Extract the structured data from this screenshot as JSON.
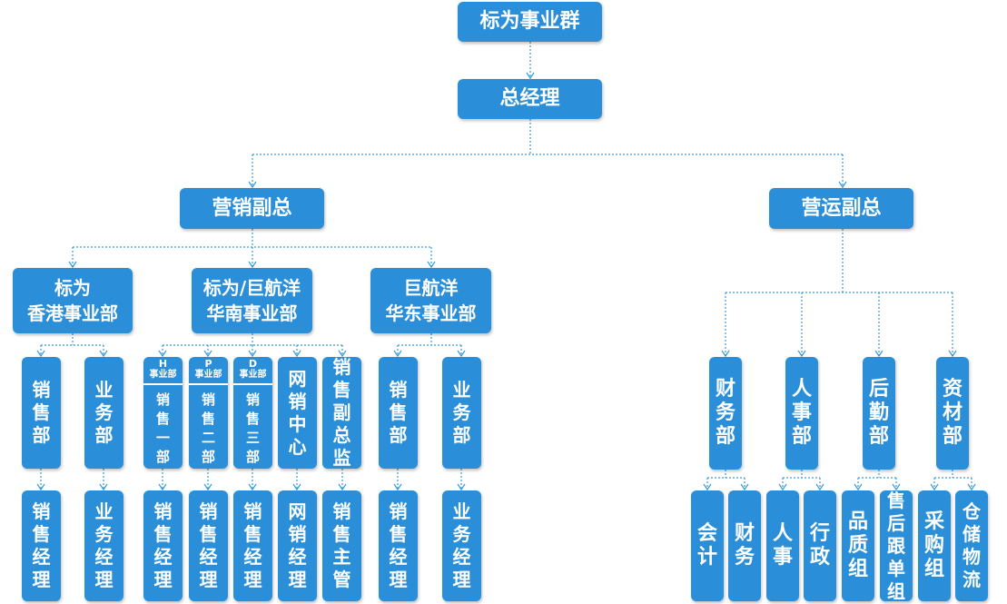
{
  "chart_data": {
    "type": "org_chart",
    "nodes": {
      "top": "标为事业群",
      "gm": "总经理",
      "vp_marketing": "营销副总",
      "vp_operations": "营运副总",
      "hk_division": "标为\n香港事业部",
      "sc_division": "标为/巨航洋\n华南事业部",
      "ec_division": "巨航洋\n华东事业部",
      "hk_sales": "销售部",
      "hk_business": "业务部",
      "h_code": "H",
      "p_code": "P",
      "d_code": "D",
      "division_tag": "事业部",
      "sales_1": "销售一部",
      "sales_2": "销售二部",
      "sales_3": "销售三部",
      "online_center": "网销中心",
      "sales_vice_director": "销售副总监",
      "ec_sales": "销售部",
      "ec_business": "业务部",
      "finance_dept": "财务部",
      "hr_dept": "人事部",
      "logistics_dept": "后勤部",
      "materials_dept": "资材部",
      "hk_sales_manager": "销售经理",
      "hk_business_manager": "业务经理",
      "s1_manager": "销售经理",
      "s2_manager": "销售经理",
      "s3_manager": "销售经理",
      "online_manager": "网销经理",
      "sales_supervisor": "销售主管",
      "ec_sales_manager": "销售经理",
      "ec_business_manager": "业务经理",
      "accounting": "会计",
      "finance": "财务",
      "personnel": "人事",
      "administration": "行政",
      "quality_group": "品质组",
      "after_sales_group": "售后跟单组",
      "purchasing_group": "采购组",
      "warehouse_logistics": "仓储物流"
    },
    "edges": [
      [
        "top",
        "gm"
      ],
      [
        "gm",
        "vp_marketing"
      ],
      [
        "gm",
        "vp_operations"
      ],
      [
        "vp_marketing",
        "hk_division"
      ],
      [
        "vp_marketing",
        "sc_division"
      ],
      [
        "vp_marketing",
        "ec_division"
      ],
      [
        "hk_division",
        "hk_sales"
      ],
      [
        "hk_division",
        "hk_business"
      ],
      [
        "sc_division",
        "sales_1"
      ],
      [
        "sc_division",
        "sales_2"
      ],
      [
        "sc_division",
        "sales_3"
      ],
      [
        "sc_division",
        "online_center"
      ],
      [
        "sc_division",
        "sales_vice_director"
      ],
      [
        "ec_division",
        "ec_sales"
      ],
      [
        "ec_division",
        "ec_business"
      ],
      [
        "hk_sales",
        "hk_sales_manager"
      ],
      [
        "hk_business",
        "hk_business_manager"
      ],
      [
        "sales_1",
        "s1_manager"
      ],
      [
        "sales_2",
        "s2_manager"
      ],
      [
        "sales_3",
        "s3_manager"
      ],
      [
        "online_center",
        "online_manager"
      ],
      [
        "sales_vice_director",
        "sales_supervisor"
      ],
      [
        "ec_sales",
        "ec_sales_manager"
      ],
      [
        "ec_business",
        "ec_business_manager"
      ],
      [
        "vp_operations",
        "finance_dept"
      ],
      [
        "vp_operations",
        "hr_dept"
      ],
      [
        "vp_operations",
        "logistics_dept"
      ],
      [
        "vp_operations",
        "materials_dept"
      ],
      [
        "finance_dept",
        "accounting"
      ],
      [
        "finance_dept",
        "finance"
      ],
      [
        "hr_dept",
        "personnel"
      ],
      [
        "hr_dept",
        "administration"
      ],
      [
        "logistics_dept",
        "quality_group"
      ],
      [
        "logistics_dept",
        "after_sales_group"
      ],
      [
        "materials_dept",
        "purchasing_group"
      ],
      [
        "materials_dept",
        "warehouse_logistics"
      ]
    ]
  },
  "colors": {
    "node_fill": "#2a8fd8",
    "node_text": "#ffffff",
    "connector": "#3a9ad9"
  }
}
